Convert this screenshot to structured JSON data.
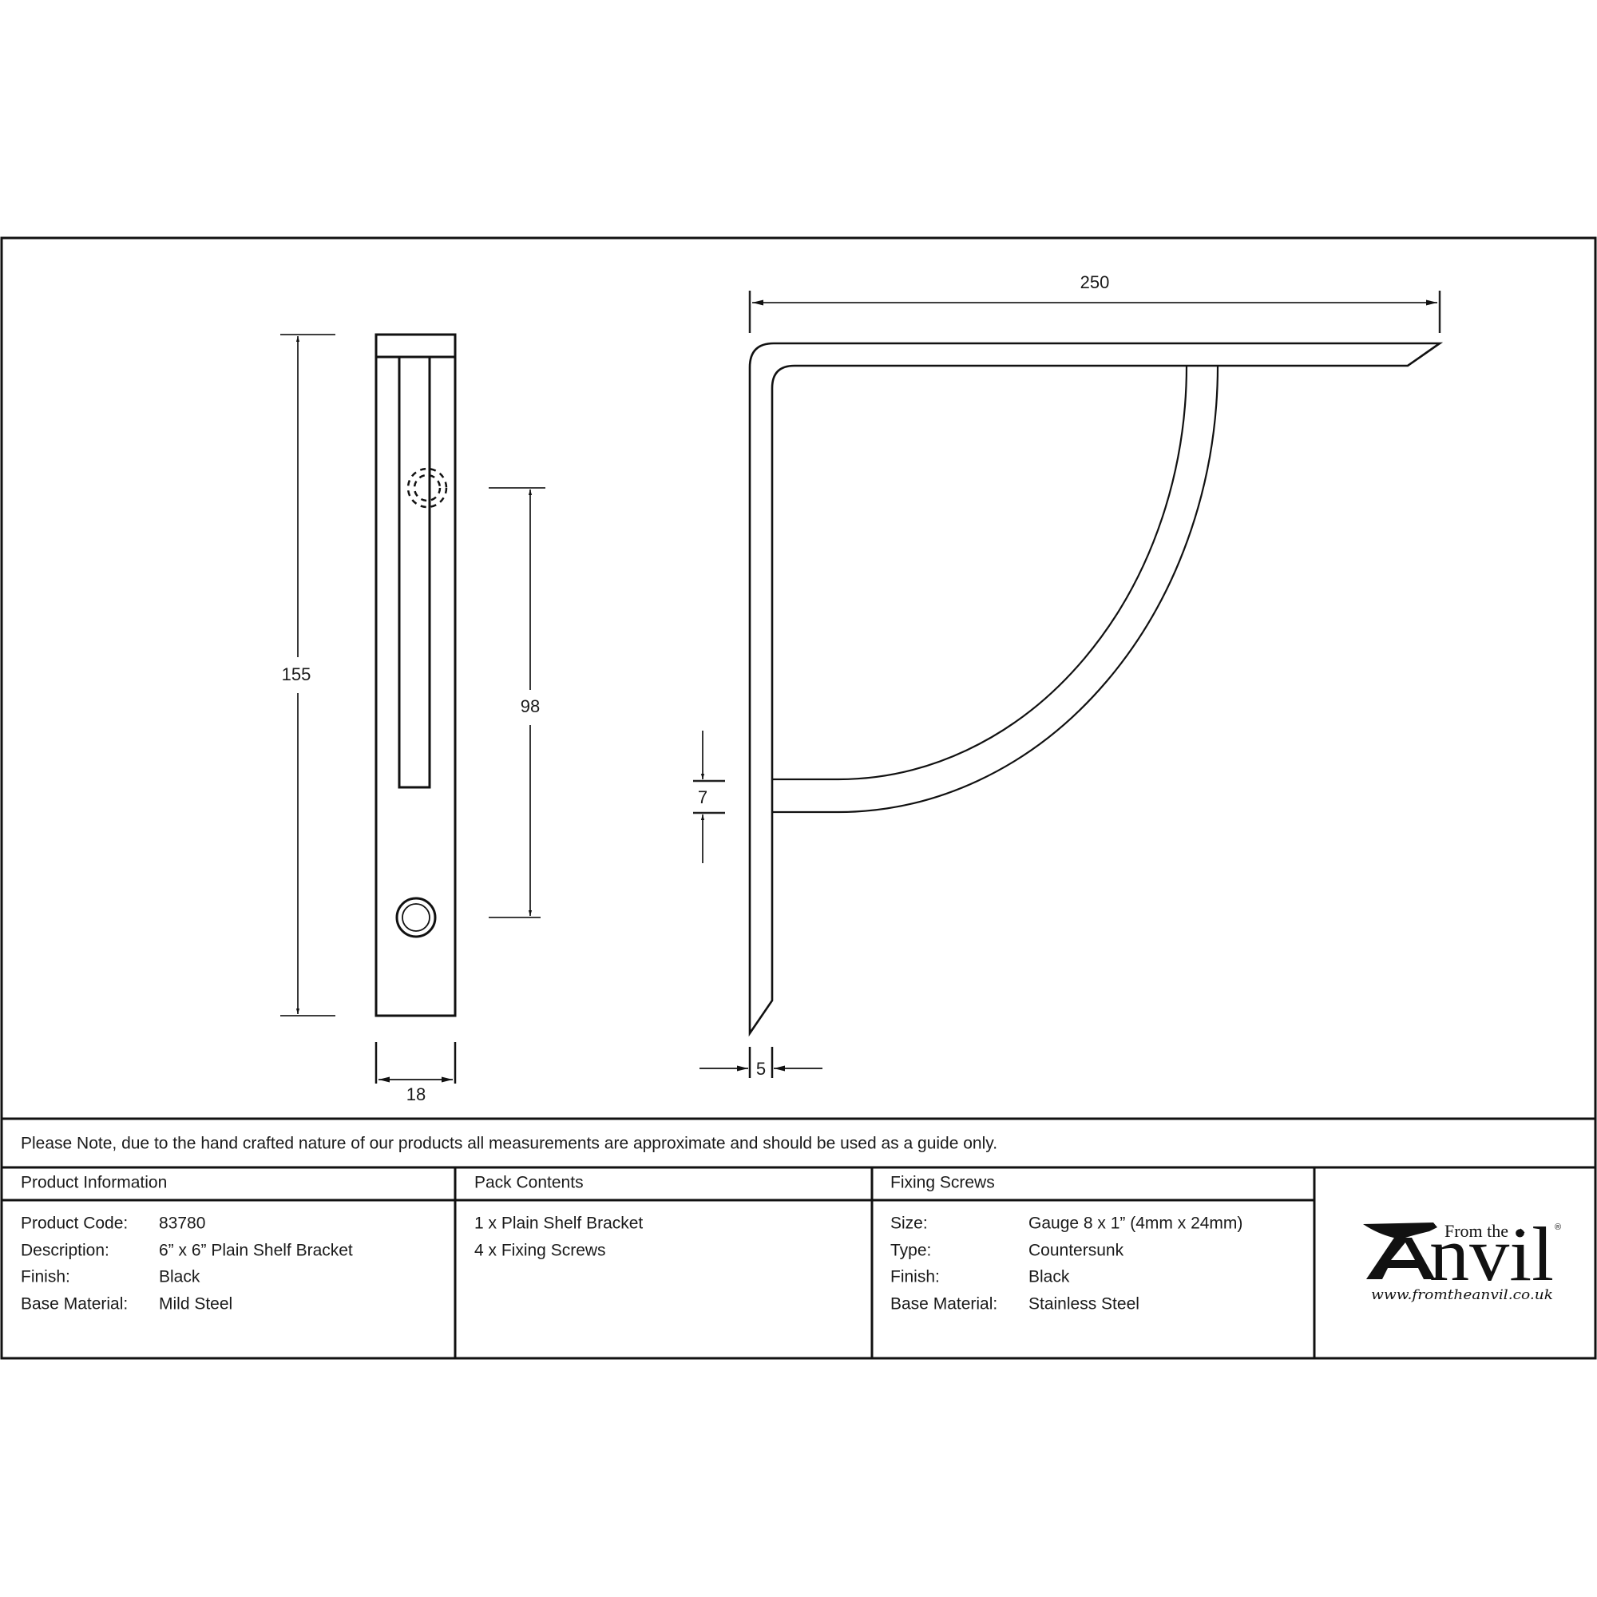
{
  "drawing": {
    "front_view": {
      "height_dim": "155",
      "hole_spacing_dim": "98",
      "width_dim": "18"
    },
    "side_view": {
      "length_dim": "250",
      "strut_thickness_dim": "7",
      "material_thickness_dim": "5"
    }
  },
  "note": "Please Note, due to the hand crafted nature of our products all measurements are approximate and should be used as a guide only.",
  "product_information": {
    "heading": "Product Information",
    "rows": [
      {
        "label": "Product Code:",
        "value": "83780"
      },
      {
        "label": "Description:",
        "value": "6” x 6” Plain Shelf Bracket"
      },
      {
        "label": "Finish:",
        "value": "Black"
      },
      {
        "label": "Base Material:",
        "value": "Mild Steel"
      }
    ]
  },
  "pack_contents": {
    "heading": "Pack Contents",
    "items": [
      "1 x Plain Shelf Bracket",
      "4 x Fixing Screws"
    ]
  },
  "fixing_screws": {
    "heading": "Fixing Screws",
    "rows": [
      {
        "label": "Size:",
        "value": "Gauge 8 x 1” (4mm x 24mm)"
      },
      {
        "label": "Type:",
        "value": "Countersunk"
      },
      {
        "label": "Finish:",
        "value": "Black"
      },
      {
        "label": "Base Material:",
        "value": "Stainless Steel"
      }
    ]
  },
  "logo": {
    "from_the": "From the",
    "brand_rest": "nvil",
    "registered": "®",
    "url": "www.fromtheanvil.co.uk"
  }
}
